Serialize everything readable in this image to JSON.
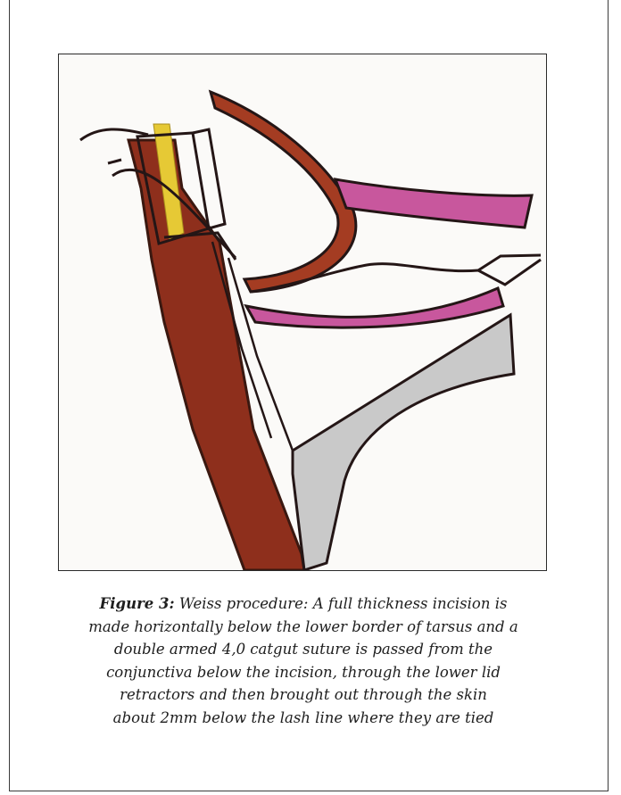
{
  "figure": {
    "illustration": "Weiss procedure eyelid cross-section drawing",
    "colors": {
      "tarsus_muscle": "#8e2f1c",
      "yellow_tarsus": "#e6c935",
      "pink_tissue": "#c8579d",
      "grey_bone": "#c9c9c9",
      "ink": "#241616"
    }
  },
  "caption": {
    "label": "Figure 3:",
    "lines": [
      "Weiss procedure: A full thickness incision is",
      "made horizontally below the lower border of tarsus and a",
      "double armed 4,0 catgut suture is passed from the",
      "conjunctiva below the incision, through the lower lid",
      "retractors and then brought out through the skin",
      "about 2mm below the lash line where they are tied"
    ]
  }
}
